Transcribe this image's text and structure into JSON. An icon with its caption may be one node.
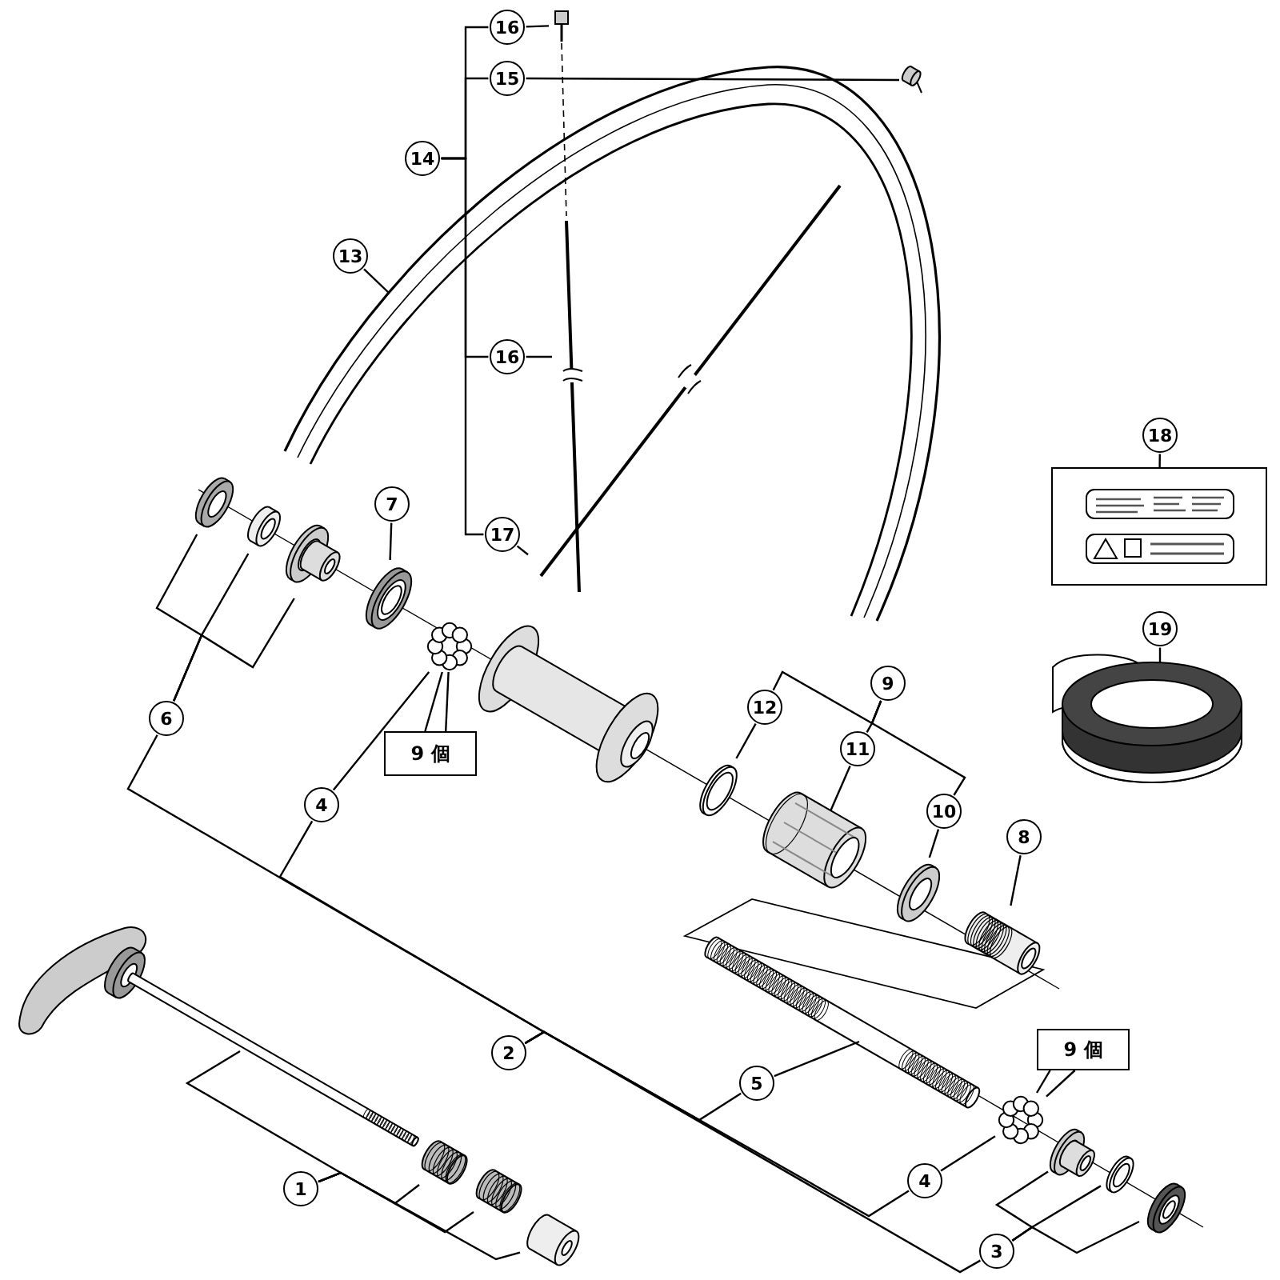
{
  "diagram": {
    "nodes": [
      {
        "text": [
          "16"
        ]
      },
      {
        "text": [
          "15"
        ]
      },
      {
        "text": [
          "14"
        ]
      },
      {
        "text": [
          "13"
        ]
      },
      {
        "text": [
          "16"
        ]
      },
      {
        "text": [
          "18"
        ]
      },
      {
        "text": [
          "17"
        ]
      },
      {
        "text": [
          "7"
        ]
      },
      {
        "text": [
          "19"
        ]
      },
      {
        "text": [
          "9"
        ]
      },
      {
        "text": [
          "12"
        ]
      },
      {
        "text": [
          "6"
        ]
      },
      {
        "text": [
          "9 個"
        ]
      },
      {
        "text": [
          "11"
        ]
      },
      {
        "text": [
          "4"
        ]
      },
      {
        "text": [
          "10"
        ]
      },
      {
        "text": [
          "8"
        ]
      },
      {
        "text": [
          "9 個"
        ]
      },
      {
        "text": [
          "2"
        ]
      },
      {
        "text": [
          "5"
        ]
      },
      {
        "text": [
          "1"
        ]
      },
      {
        "text": [
          "4"
        ]
      },
      {
        "text": [
          "3"
        ]
      },
      {
        "text": [],
        "shape": "picture"
      },
      {
        "text": [],
        "shape": "picture"
      },
      {
        "text": [],
        "shape": "picture"
      },
      {
        "text": [],
        "shape": "picture"
      },
      {
        "text": [],
        "shape": "picture"
      },
      {
        "text": [],
        "shape": "picture"
      },
      {
        "text": [],
        "shape": "picture"
      },
      {
        "text": [],
        "shape": "picture"
      },
      {
        "text": [],
        "shape": "picture"
      },
      {
        "text": [],
        "shape": "picture"
      },
      {
        "text": [],
        "shape": "picture"
      },
      {
        "text": [],
        "shape": "picture"
      },
      {
        "text": [],
        "shape": "picture"
      },
      {
        "text": [],
        "shape": "picture"
      },
      {
        "text": [],
        "shape": "picture"
      },
      {
        "text": [],
        "shape": "picture"
      },
      {
        "text": [],
        "shape": "picture"
      },
      {
        "text": [],
        "shape": "picture"
      },
      {
        "text": [],
        "shape": "picture"
      },
      {
        "text": [],
        "shape": "picture"
      },
      {
        "text": [],
        "shape": "picture"
      },
      {
        "text": [],
        "shape": "picture"
      },
      {
        "text": [],
        "shape": "picture"
      }
    ],
    "edges": [
      {
        "from": 0,
        "to": 23,
        "arrow": "none"
      },
      {
        "from": 1,
        "to": 24,
        "arrow": "none"
      },
      {
        "from": 2,
        "to": 0,
        "arrow": "none"
      },
      {
        "from": 2,
        "to": 1,
        "arrow": "none"
      },
      {
        "from": 2,
        "to": 4,
        "arrow": "none"
      },
      {
        "from": 2,
        "to": 6,
        "arrow": "none"
      },
      {
        "from": 3,
        "to": null,
        "arrow": "none"
      },
      {
        "from": 4,
        "to": 25,
        "arrow": "none"
      },
      {
        "from": 6,
        "to": 26,
        "arrow": "none"
      },
      {
        "from": 5,
        "to": 27,
        "arrow": "none"
      },
      {
        "from": 8,
        "to": 28,
        "arrow": "none"
      },
      {
        "from": 7,
        "to": 32,
        "arrow": "none"
      },
      {
        "from": 12,
        "to": 33,
        "arrow": "none"
      },
      {
        "from": 12,
        "to": 33,
        "arrow": "none"
      },
      {
        "from": 9,
        "to": 10,
        "arrow": "none"
      },
      {
        "from": 9,
        "to": 13,
        "arrow": "none"
      },
      {
        "from": 9,
        "to": 15,
        "arrow": "none"
      },
      {
        "from": 10,
        "to": 34,
        "arrow": "none"
      },
      {
        "from": 13,
        "to": 35,
        "arrow": "none"
      },
      {
        "from": 15,
        "to": 36,
        "arrow": "none"
      },
      {
        "from": 16,
        "to": 37,
        "arrow": "none"
      },
      {
        "from": 11,
        "to": 29,
        "arrow": "none"
      },
      {
        "from": 11,
        "to": 30,
        "arrow": "none"
      },
      {
        "from": 11,
        "to": 31,
        "arrow": "none"
      },
      {
        "from": 14,
        "to": 33,
        "arrow": "none"
      },
      {
        "from": 18,
        "to": 11,
        "arrow": "none"
      },
      {
        "from": 18,
        "to": 14,
        "arrow": "none"
      },
      {
        "from": 18,
        "to": 19,
        "arrow": "none"
      },
      {
        "from": 18,
        "to": 21,
        "arrow": "none"
      },
      {
        "from": 18,
        "to": 22,
        "arrow": "none"
      },
      {
        "from": 19,
        "to": null,
        "arrow": "none"
      },
      {
        "from": 17,
        "to": 38,
        "arrow": "none"
      },
      {
        "from": 17,
        "to": 38,
        "arrow": "none"
      },
      {
        "from": 21,
        "to": 38,
        "arrow": "none"
      },
      {
        "from": 22,
        "to": 39,
        "arrow": "none"
      },
      {
        "from": 22,
        "to": 40,
        "arrow": "none"
      },
      {
        "from": 22,
        "to": 41,
        "arrow": "none"
      },
      {
        "from": 20,
        "to": 45,
        "arrow": "none"
      },
      {
        "from": 20,
        "to": 42,
        "arrow": "none"
      },
      {
        "from": 20,
        "to": 43,
        "arrow": "none"
      },
      {
        "from": 20,
        "to": 44,
        "arrow": "none"
      }
    ]
  }
}
